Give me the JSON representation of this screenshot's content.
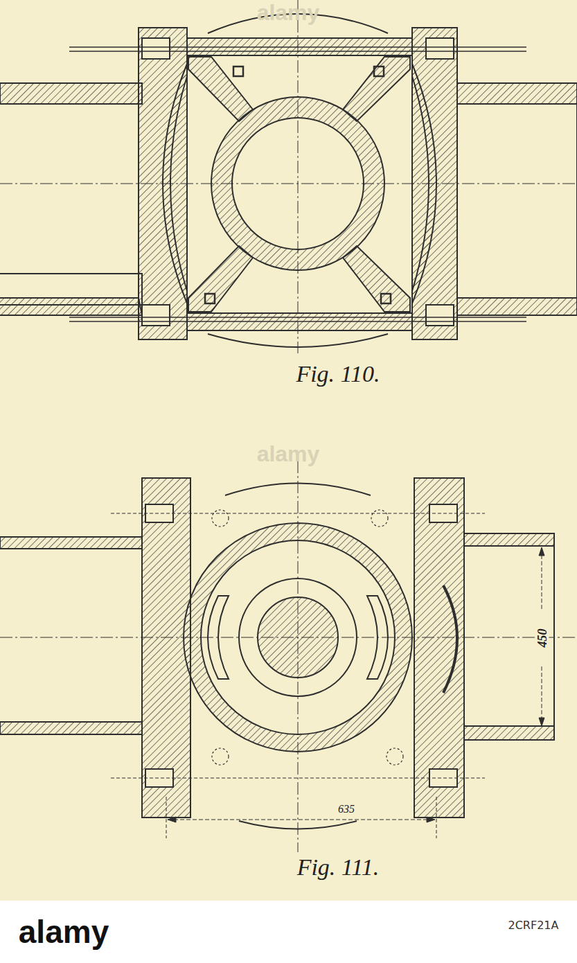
{
  "diagram": {
    "labels": [
      "alamy",
      "Fig. 110.",
      "alamy",
      "Fig. 111.",
      "635",
      "450",
      "alamy",
      "2CRF21A"
    ]
  }
}
